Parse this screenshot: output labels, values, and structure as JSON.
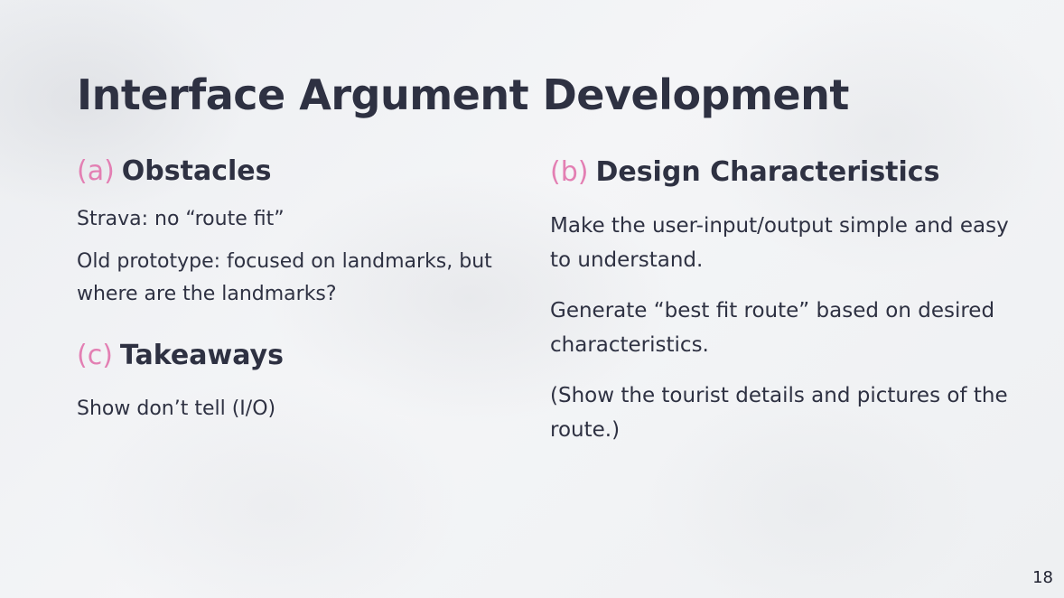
{
  "slide": {
    "title": "Interface Argument Development",
    "page_number": "18"
  },
  "sections": {
    "a": {
      "tag": "(a)",
      "heading": "Obstacles",
      "paragraphs": [
        "Strava:  no “route fit”",
        "Old prototype: focused on landmarks, but where are the landmarks?"
      ]
    },
    "b": {
      "tag": "(b)",
      "heading": "Design Characteristics",
      "paragraphs": [
        "Make the user-input/output simple and easy to understand.",
        "Generate “best fit route” based on desired characteristics.",
        "(Show the tourist details and pictures of the route.)"
      ]
    },
    "c": {
      "tag": "(c)",
      "heading": "Takeaways",
      "paragraphs": [
        "Show don’t tell (I/O)"
      ]
    }
  },
  "colors": {
    "accent_tag": "#e37fb3",
    "text": "#2e3142"
  }
}
